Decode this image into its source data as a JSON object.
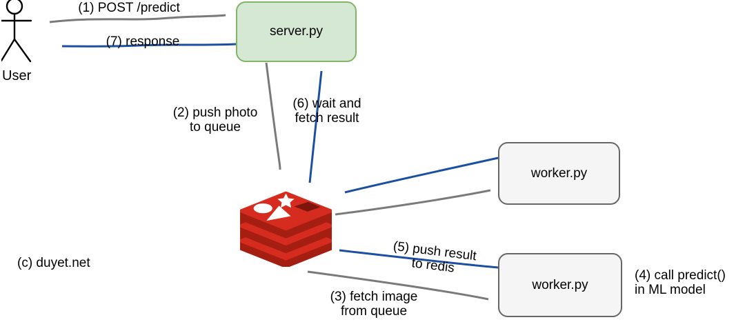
{
  "diagram": {
    "user": {
      "label": "User"
    },
    "server": {
      "label": "server.py"
    },
    "workers": {
      "top": {
        "label": "worker.py"
      },
      "bottom": {
        "label": "worker.py"
      }
    },
    "redis": {
      "icon": "redis-database"
    },
    "edges": {
      "post_predict": {
        "label": "(1) POST /predict",
        "style": "gray"
      },
      "response": {
        "label": "(7) response",
        "style": "blue"
      },
      "push_photo": {
        "lines": [
          "(2) push photo",
          "to queue"
        ],
        "style": "gray"
      },
      "wait_fetch": {
        "lines": [
          "(6) wait and",
          "fetch result"
        ],
        "style": "blue"
      },
      "fetch_image": {
        "lines": [
          "(3) fetch image",
          "from queue"
        ],
        "style": "gray"
      },
      "push_result": {
        "lines": [
          "(5) push result",
          "to redis"
        ],
        "style": "blue"
      },
      "worker_push_to_redis": {
        "style": "blue"
      },
      "redis_to_worker": {
        "style": "gray"
      }
    },
    "annotations": {
      "call_predict": {
        "lines": [
          "(4) call predict()",
          "in ML model"
        ]
      },
      "copyright": "(c) duyet.net"
    },
    "colors": {
      "server_fill": "#d5e8d4",
      "server_border": "#82b366",
      "worker_fill": "#f5f5f5",
      "worker_border": "#666666",
      "arrow_gray": "#7a7a7a",
      "arrow_blue": "#1b4fa0",
      "redis_red": "#d62b1f",
      "redis_dark_red": "#a41e11",
      "redis_hole": "#7c150c",
      "text": "#000000"
    }
  }
}
